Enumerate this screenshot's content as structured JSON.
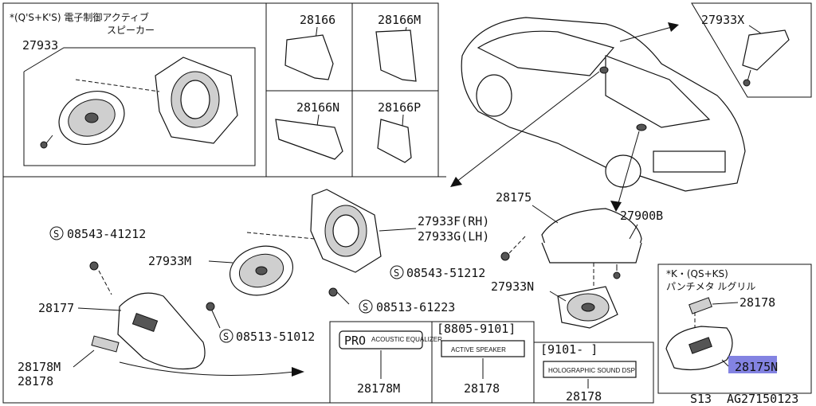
{
  "labels": {
    "note_qs_ks": "*(Q'S+K'S) 電子制御アクティブ",
    "note_qs_ks_2": "スピーカー",
    "p27933": "27933",
    "p28166": "28166",
    "p28166m": "28166M",
    "p28166n": "28166N",
    "p28166p": "28166P",
    "p27933x": "27933X",
    "p28175": "28175",
    "p27900b": "27900B",
    "p27933f": "27933F(RH)",
    "p27933g": "27933G(LH)",
    "p27933m": "27933M",
    "p27933n": "27933N",
    "p28177": "28177",
    "p28178m_left": "28178M",
    "p28178_left": "28178",
    "p28178m_box": "28178M",
    "p28178_box1": "28178",
    "p28178_box2": "28178",
    "p28178_k": "28178",
    "p28175n": "28175N",
    "s08543_41212": "08543-41212",
    "s08543_51212": "08543-51212",
    "s08513_61223": "08513-61223",
    "s08513_51012": "08513-51012",
    "s_symbol": "S",
    "note_k_qs": "*K・(QS+KS)",
    "note_k_qs_2": "パンチメタ ルグリル",
    "range_8805": "[8805-9101]",
    "range_9101": "[9101-      ]",
    "footer_model": "S13",
    "footer_code": "AG27150123"
  },
  "plates": {
    "pro_text": "PRO",
    "pro_sub": "ACOUSTIC EQUALIZER",
    "active_speaker": "ACTIVE SPEAKER",
    "holographic": "HOLOGRAPHIC SOUND DSP"
  },
  "colors": {
    "highlight": "#5a5ad8",
    "line": "#111111"
  }
}
